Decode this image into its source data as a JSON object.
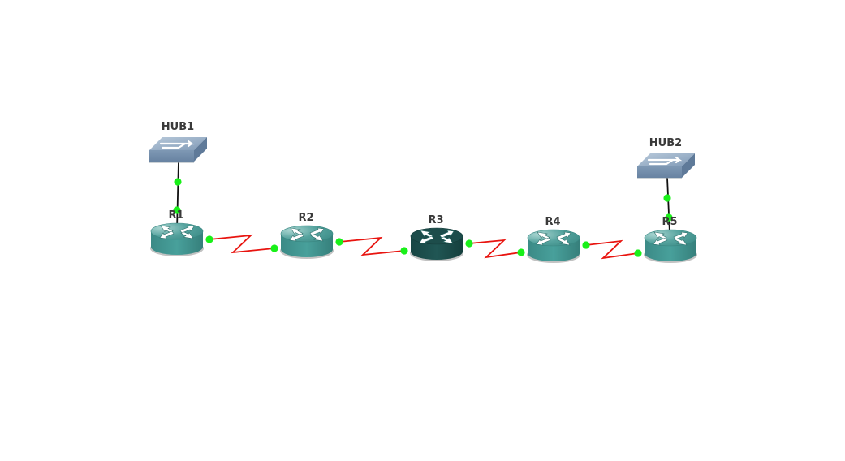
{
  "topology": {
    "devices": [
      {
        "id": "hub1",
        "type": "hub",
        "label": "HUB1"
      },
      {
        "id": "hub2",
        "type": "hub",
        "label": "HUB2"
      },
      {
        "id": "r1",
        "type": "router",
        "label": "R1",
        "state": "normal"
      },
      {
        "id": "r2",
        "type": "router",
        "label": "R2",
        "state": "normal"
      },
      {
        "id": "r3",
        "type": "router",
        "label": "R3",
        "state": "selected"
      },
      {
        "id": "r4",
        "type": "router",
        "label": "R4",
        "state": "normal"
      },
      {
        "id": "r5",
        "type": "router",
        "label": "R5",
        "state": "normal"
      }
    ],
    "links": [
      {
        "from": "hub1",
        "to": "r1",
        "kind": "ethernet"
      },
      {
        "from": "hub2",
        "to": "r5",
        "kind": "ethernet"
      },
      {
        "from": "r1",
        "to": "r2",
        "kind": "serial"
      },
      {
        "from": "r2",
        "to": "r3",
        "kind": "serial"
      },
      {
        "from": "r3",
        "to": "r4",
        "kind": "serial"
      },
      {
        "from": "r4",
        "to": "r5",
        "kind": "serial"
      }
    ]
  },
  "colors": {
    "serial_link": "#e8140f",
    "ethernet_link": "#111111",
    "port_up": "#19f019",
    "router": "#3f8e8a",
    "router_selected": "#1d4d4b",
    "hub": "#7d97b4"
  }
}
